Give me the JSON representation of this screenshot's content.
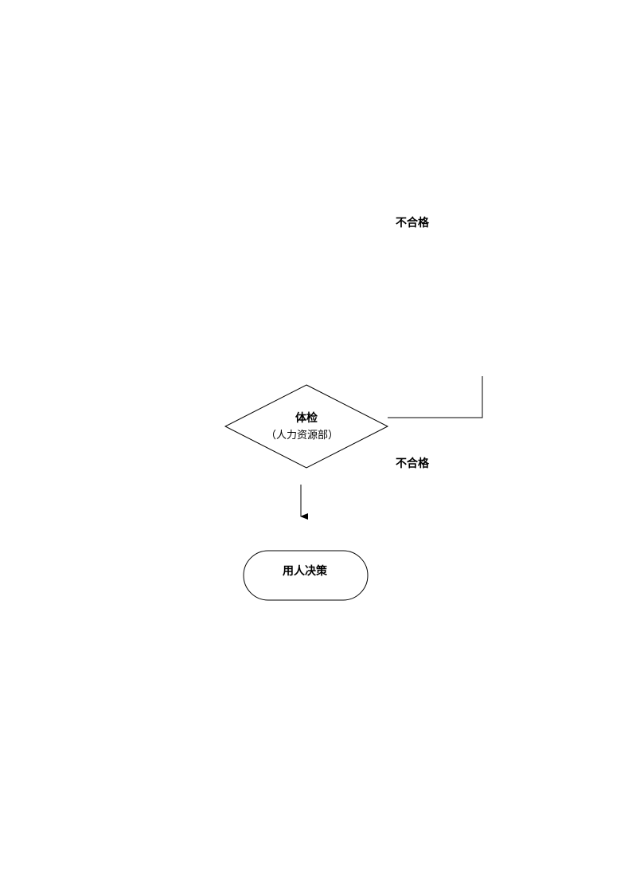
{
  "diagram": {
    "labels": {
      "fail_top": "不合格",
      "fail_bottom": "不合格"
    },
    "decision": {
      "title": "体检",
      "subtitle": "（人力资源部）"
    },
    "terminal": {
      "label": "用人决策"
    },
    "colors": {
      "stroke": "#000000",
      "fill": "#ffffff",
      "text": "#000000"
    }
  }
}
